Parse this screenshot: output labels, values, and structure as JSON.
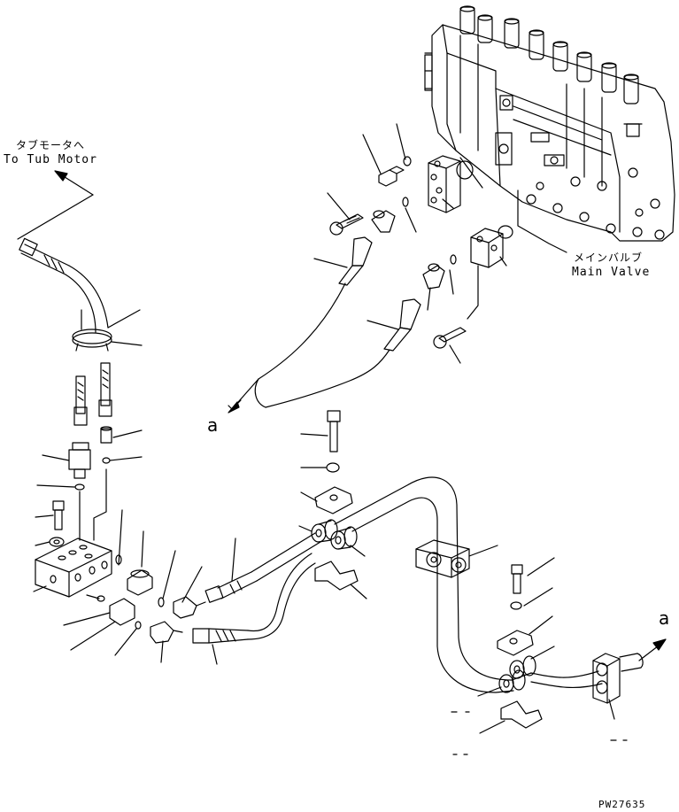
{
  "labels": {
    "tub_motor_jp": "タブモータへ",
    "tub_motor_en": "To Tub Motor",
    "main_valve_jp": "メインバルブ",
    "main_valve_en": "Main Valve",
    "ref_a_left": "a",
    "ref_a_right": "a",
    "drawing_number": "PW27635"
  },
  "colors": {
    "line": "#000000",
    "background": "#ffffff"
  }
}
